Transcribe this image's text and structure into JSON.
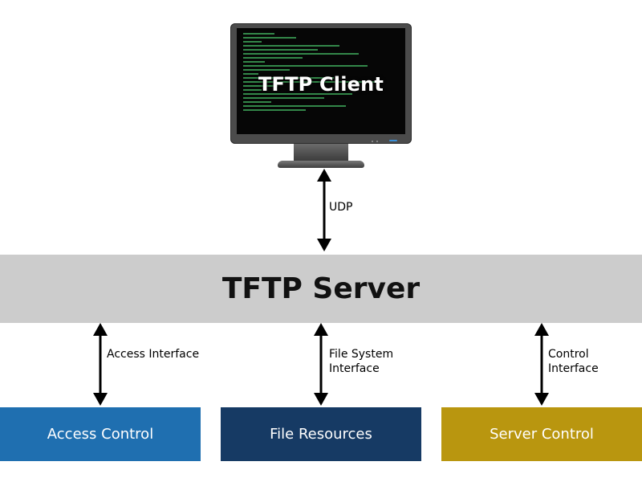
{
  "client": {
    "label": "TFTP Client"
  },
  "server": {
    "label": "TFTP Server"
  },
  "connections": {
    "client_link": [
      "UDP"
    ],
    "access_link": [
      "Access Interface"
    ],
    "file_link": [
      "File System",
      "Interface"
    ],
    "control_link": [
      "Control",
      "Interface"
    ]
  },
  "modules": [
    {
      "label": "Access Control",
      "color": "#1f6fb0"
    },
    {
      "label": "File Resources",
      "color": "#163a64"
    },
    {
      "label": "Server Control",
      "color": "#b9960f"
    }
  ],
  "colors": {
    "server_band": "#cccccc",
    "arrow": "#000000",
    "terminal_text": "#3fa85a"
  }
}
